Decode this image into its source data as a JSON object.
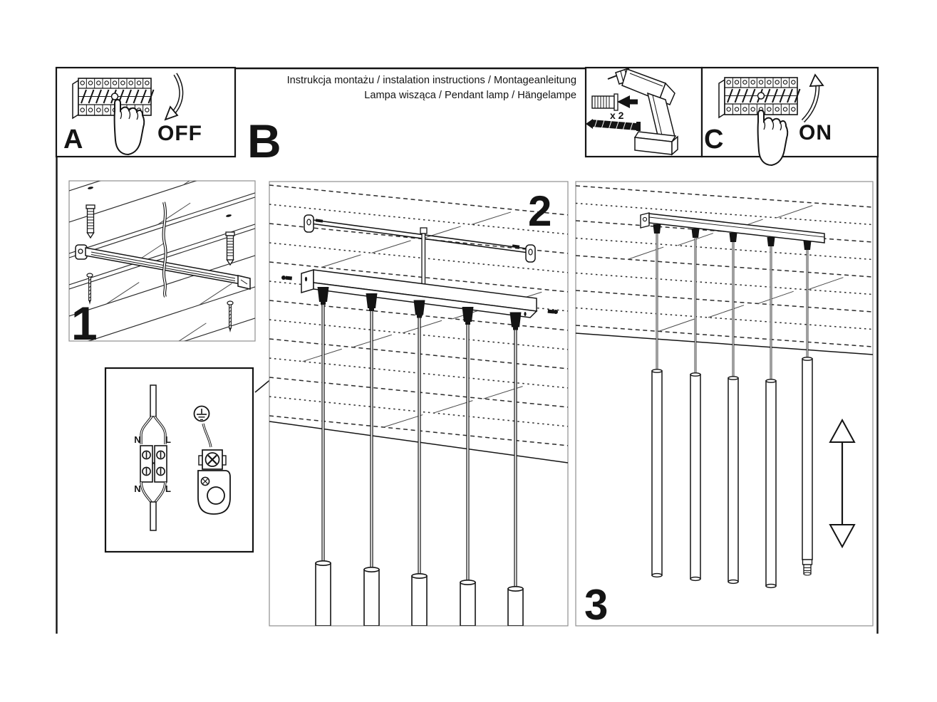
{
  "header": {
    "line1": "Instrukcja montażu / instalation instructions / Montageanleitung",
    "line2": "Lampa wisząca / Pendant lamp / Hängelampe"
  },
  "sections": {
    "b_label": "B"
  },
  "panel_a": {
    "label": "A",
    "state": "OFF"
  },
  "panel_c": {
    "label": "C",
    "state": "ON"
  },
  "tools_panel": {
    "quantity": "x 2"
  },
  "steps": {
    "step1": "1",
    "step2": "2",
    "step3": "3"
  },
  "wiring": {
    "terminal_top_n": "N",
    "terminal_top_l": "L",
    "terminal_bottom_n": "N",
    "terminal_bottom_l": "L"
  },
  "colors": {
    "ink": "#141414",
    "box_border": "#8f8f8f",
    "background": "#ffffff"
  }
}
